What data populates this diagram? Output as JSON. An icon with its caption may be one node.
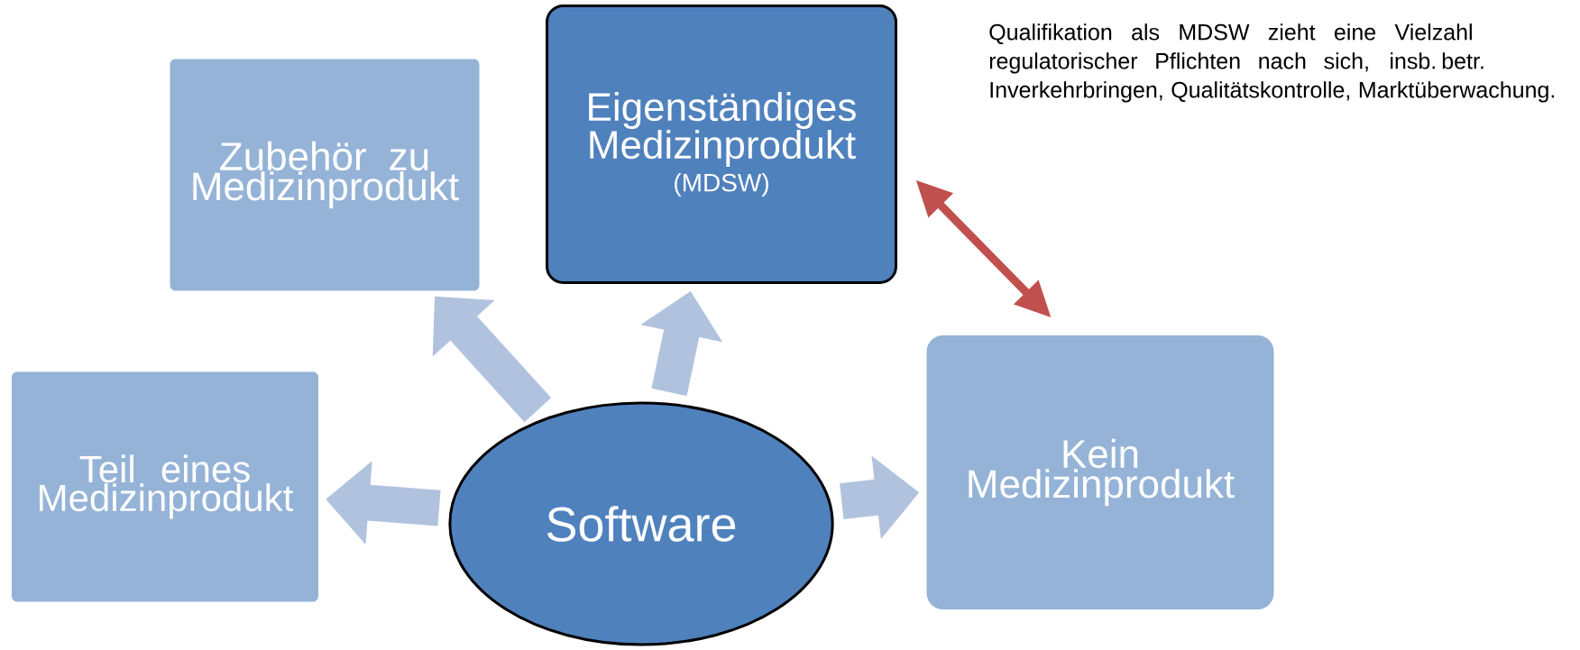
{
  "diagram": {
    "nodes": [
      {
        "text": [
          "Software"
        ]
      },
      {
        "text": [
          "Eigenständiges Medizinprodukt",
          "(MDSW)"
        ]
      },
      {
        "text": [
          "Zubehör zu Medizinprodukt"
        ]
      },
      {
        "text": [
          "Teil eines Medizinprodukt"
        ]
      },
      {
        "text": [
          "Kein Medizinprodukt"
        ]
      }
    ],
    "edges": [
      {
        "from": 0,
        "to": 2,
        "arrow": "to"
      },
      {
        "from": 0,
        "to": 1,
        "arrow": "to"
      },
      {
        "from": 0,
        "to": 3,
        "arrow": "to"
      },
      {
        "from": 0,
        "to": 4,
        "arrow": "to"
      },
      {
        "from": 1,
        "to": 4,
        "arrow": "both",
        "color": "#c0504d"
      }
    ],
    "labels": [
      "Qualifikation als MDSW zieht eine Vielzahl regulatorischer Pflichten nach sich, insb. betr. Inverkehrbringen, Qualitätskontrolle, Marktüberwachung."
    ]
  }
}
